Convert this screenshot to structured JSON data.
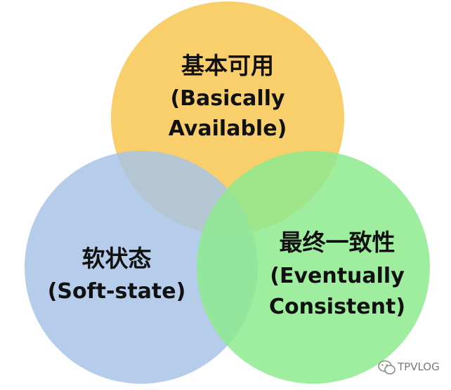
{
  "sets": [
    {
      "id": "basically-available",
      "cn": "基本可用",
      "en_line1": "(Basically",
      "en_line2": "Available)",
      "color": "#F9CB5E"
    },
    {
      "id": "soft-state",
      "cn": "软状态",
      "en_line1": "(Soft-state)",
      "en_line2": "",
      "color": "#A8C4E6"
    },
    {
      "id": "eventually-consistent",
      "cn": "最终一致性",
      "en_line1": "(Eventually",
      "en_line2": "Consistent)",
      "color": "#8EEA8E"
    }
  ],
  "watermark": {
    "text": "TPVLOG",
    "icon": "wechat-icon"
  }
}
